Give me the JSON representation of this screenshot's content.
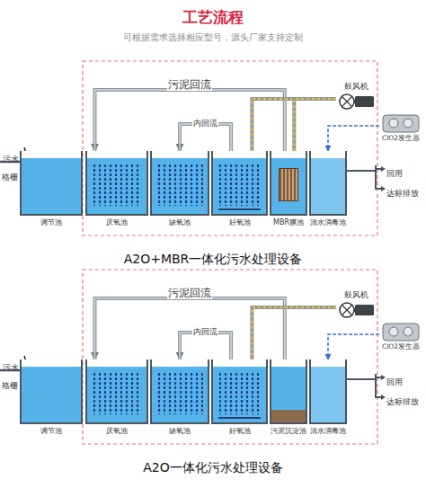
{
  "diagram": {
    "title": "工艺流程",
    "nodes": [
      {
        "text": [
          "调节池"
        ]
      },
      {
        "text": [
          "厌氧池"
        ]
      },
      {
        "text": [
          "缺氧池"
        ]
      },
      {
        "text": [
          "好氧池"
        ]
      },
      {
        "text": [
          "MBR膜池"
        ]
      },
      {
        "text": [
          "清水消毒池"
        ]
      },
      {
        "text": [
          "鼓风机"
        ]
      },
      {
        "text": [
          "ClO2发生器"
        ]
      },
      {
        "text": [
          "调节池"
        ]
      },
      {
        "text": [
          "厌氧池"
        ]
      },
      {
        "text": [
          "缺氧池"
        ]
      },
      {
        "text": [
          "好氧池"
        ]
      },
      {
        "text": [
          "污泥沉淀池"
        ]
      },
      {
        "text": [
          "清水消毒池"
        ]
      },
      {
        "text": [
          "鼓风机"
        ]
      },
      {
        "text": [
          "ClO2发生器"
        ]
      }
    ],
    "edges": [
      {
        "from": 4,
        "to": 1,
        "label": "污泥回流",
        "arrow": "to"
      },
      {
        "from": 3,
        "to": 2,
        "label": "内回流",
        "arrow": "to"
      },
      {
        "from": 6,
        "to": 3,
        "arrow": "none"
      },
      {
        "from": 6,
        "to": 4,
        "arrow": "none"
      },
      {
        "from": 7,
        "to": 5,
        "arrow": "to"
      },
      {
        "from": 12,
        "to": 9,
        "label": "污泥回流",
        "arrow": "to"
      },
      {
        "from": 11,
        "to": 10,
        "label": "内回流",
        "arrow": "to"
      },
      {
        "from": 14,
        "to": 11,
        "arrow": "none"
      },
      {
        "from": 15,
        "to": 13,
        "arrow": "to"
      }
    ],
    "labels": [
      "可根据需求选择相应型号，源头厂家支持定制",
      "污水",
      "格栅",
      "回用",
      "达标排放",
      "A2O+MBR一体化污水处理设备",
      "污水",
      "格栅",
      "回用",
      "达标排放",
      "A2O一体化污水处理设备"
    ]
  }
}
